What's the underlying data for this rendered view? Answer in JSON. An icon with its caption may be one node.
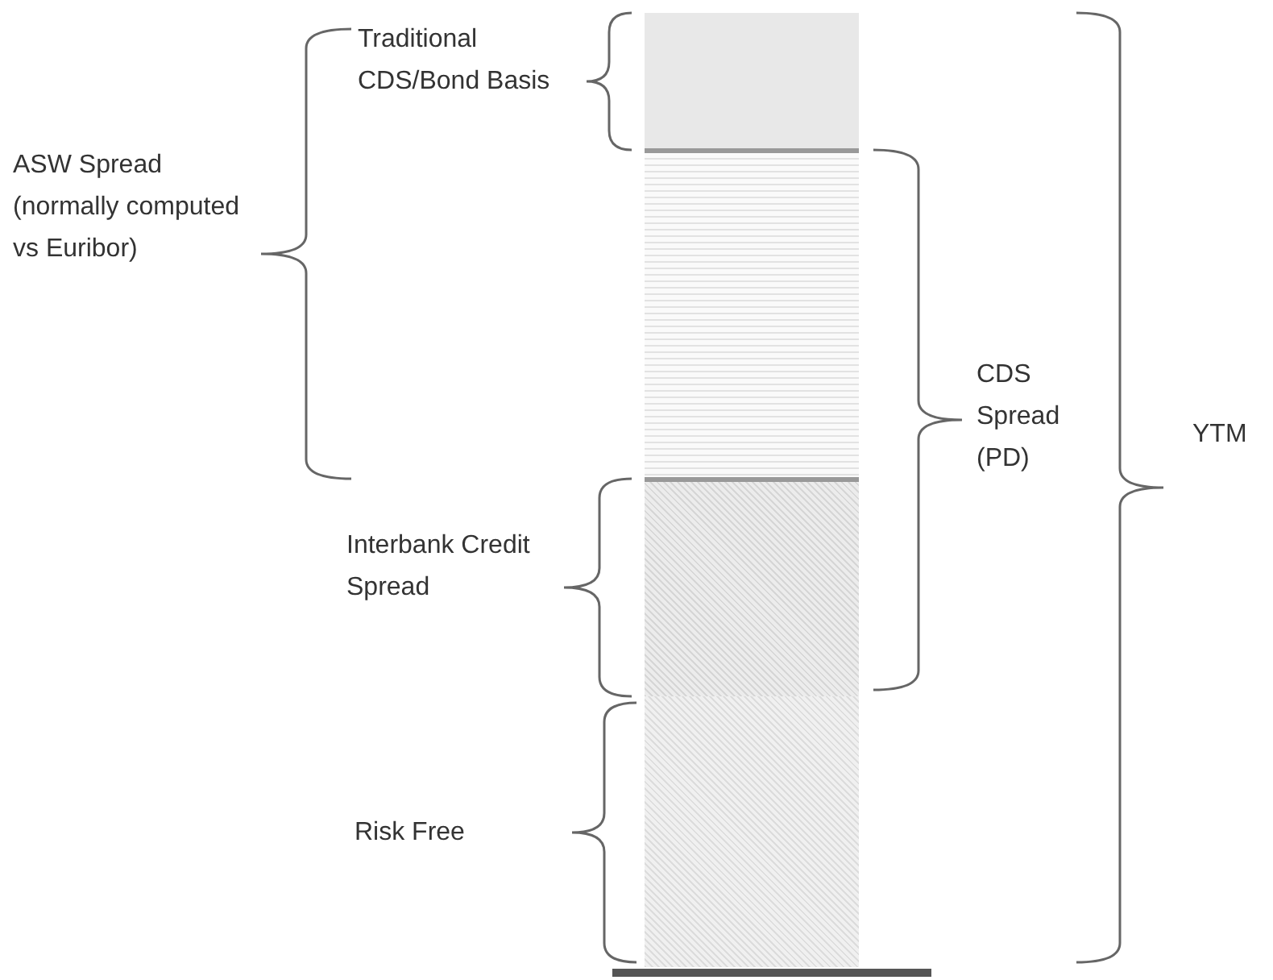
{
  "diagram": {
    "labels": [
      "Traditional CDS/Bond Basis",
      "ASW Spread (normally computed vs Euribor)",
      "CDS Spread (PD)",
      "YTM",
      "Interbank Credit Spread",
      "Risk Free"
    ]
  }
}
